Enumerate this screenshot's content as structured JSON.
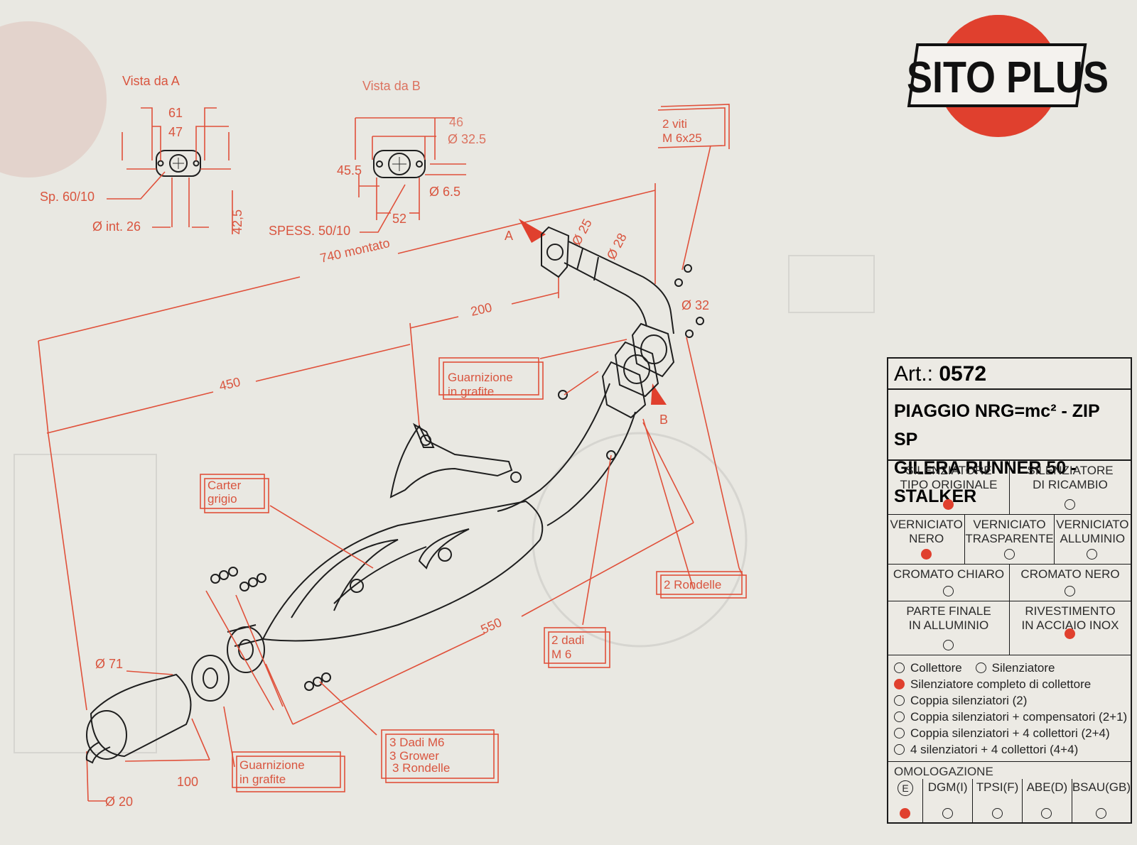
{
  "brand": {
    "name": "SITO PLUS",
    "colors": {
      "brand_red": "#e0402e",
      "drawing_red": "#d9553f",
      "ink": "#1e1e1e",
      "paper": "#e9e8e2"
    }
  },
  "drawing": {
    "view_a": {
      "title": "Vista da  A",
      "dims": [
        "61",
        "47",
        "Sp. 60/10",
        "Ø int. 26",
        "42,5"
      ]
    },
    "view_b": {
      "title": "Vista da  B",
      "dims": [
        "46",
        "Ø 32.5",
        "45.5",
        "Ø 6.5",
        "52",
        "SPESS. 50/10"
      ]
    },
    "dimensions": [
      "740 montato",
      "200",
      "450",
      "550",
      "100",
      "Ø 25",
      "Ø 28",
      "Ø 32",
      "Ø 71",
      "Ø 20"
    ],
    "markers": [
      "A",
      "B"
    ],
    "callouts": {
      "viti": [
        "2 viti",
        "M 6x25"
      ],
      "guarnizione_top": [
        "Guarnizione",
        "in grafite"
      ],
      "carter": [
        "Carter",
        "grigio"
      ],
      "rondelle": "2 Rondelle",
      "dadi": [
        "2 dadi",
        "M 6"
      ],
      "guarnizione_bottom": [
        "Guarnizione",
        "in grafite"
      ],
      "dadi_set": [
        "3 Dadi M6",
        "3 Grower",
        "3 Rondelle"
      ]
    }
  },
  "spec": {
    "art_label": "Art.:",
    "art_number": "0572",
    "models": [
      "PIAGGIO NRG=mc² - ZIP SP",
      "GILERA RUNNER 50 - STALKER"
    ],
    "silenziatore": [
      {
        "label": [
          "SILENZIATORE",
          "TIPO ORIGINALE"
        ],
        "selected": true
      },
      {
        "label": [
          "SILENZIATORE",
          "DI RICAMBIO"
        ],
        "selected": false
      }
    ],
    "verniciato": [
      {
        "label": [
          "VERNICIATO",
          "NERO"
        ],
        "selected": true
      },
      {
        "label": [
          "VERNICIATO",
          "TRASPARENTE"
        ],
        "selected": false
      },
      {
        "label": [
          "VERNICIATO",
          "ALLUMINIO"
        ],
        "selected": false
      }
    ],
    "cromato": [
      {
        "label": "CROMATO CHIARO",
        "selected": false
      },
      {
        "label": "CROMATO NERO",
        "selected": false
      }
    ],
    "finiture": [
      {
        "label": [
          "PARTE FINALE",
          "IN ALLUMINIO"
        ],
        "selected": false
      },
      {
        "label": [
          "RIVESTIMENTO",
          "IN ACCIAIO INOX"
        ],
        "selected": true
      }
    ],
    "options": [
      {
        "label": "Collettore",
        "selected": false
      },
      {
        "label": "Silenziatore",
        "selected": false
      },
      {
        "label": "Silenziatore completo di collettore",
        "selected": true
      },
      {
        "label": "Coppia silenziatori (2)",
        "selected": false
      },
      {
        "label": "Coppia silenziatori + compensatori (2+1)",
        "selected": false
      },
      {
        "label": "Coppia silenziatori + 4 collettori (2+4)",
        "selected": false
      },
      {
        "label": "4 silenziatori + 4 collettori (4+4)",
        "selected": false
      }
    ],
    "omologazione_title": "OMOLOGAZIONE",
    "omologazione": [
      {
        "label": "E",
        "selected": true
      },
      {
        "label": "DGM(I)",
        "selected": false
      },
      {
        "label": "TPSI(F)",
        "selected": false
      },
      {
        "label": "ABE(D)",
        "selected": false
      },
      {
        "label": "BSAU(GB)",
        "selected": false
      }
    ]
  }
}
